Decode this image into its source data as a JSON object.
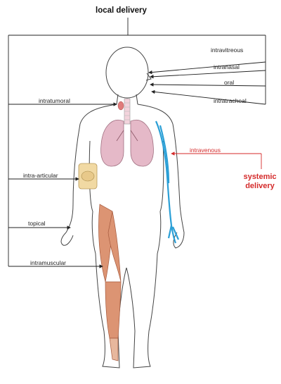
{
  "title": "local delivery",
  "routes_right": [
    "intravitreous",
    "intranasal",
    "oral",
    "intratracheal"
  ],
  "routes_left": [
    "intratumoral",
    "intra-articular",
    "topical",
    "intramuscular"
  ],
  "systemic_route": "intravenous",
  "systemic_label_line1": "systemic",
  "systemic_label_line2": "delivery",
  "colors": {
    "line": "#222222",
    "systemic": "#d42a2a",
    "vein": "#2a9fd6",
    "lung": "#e5b9c8",
    "muscle": "#d9896a",
    "bone": "#e8c98a"
  }
}
